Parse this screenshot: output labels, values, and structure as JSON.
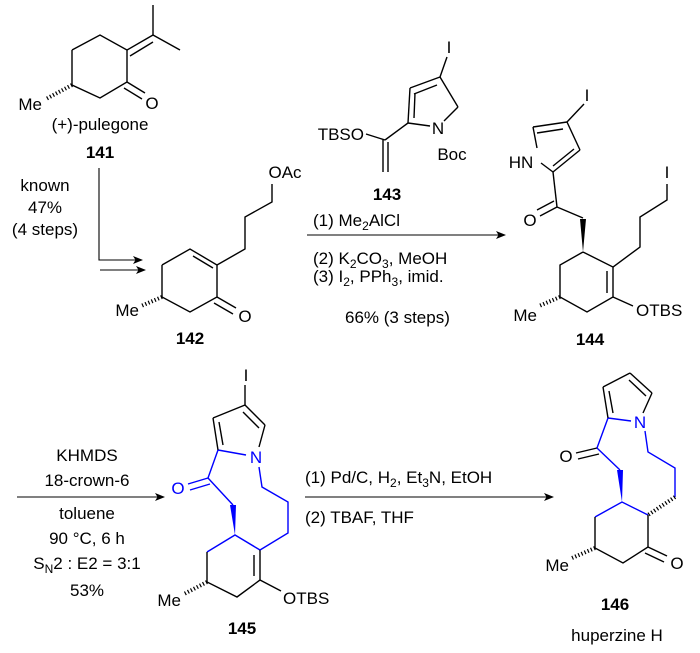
{
  "colors": {
    "ink": "#000000",
    "highlight": "#0000ff"
  },
  "atoms": {
    "me": "Me",
    "o": "O",
    "oac": "OAc",
    "tbso": "TBSO",
    "n": "N",
    "boc": "Boc",
    "i": "I",
    "hn": "HN",
    "otbs": "OTBS"
  },
  "compounds": {
    "c141": {
      "number": "141",
      "name": "(+)-pulegone"
    },
    "c142": {
      "number": "142"
    },
    "c143": {
      "number": "143"
    },
    "c144": {
      "number": "144"
    },
    "c145": {
      "number": "145"
    },
    "c146": {
      "number": "146",
      "name": "huperzine H"
    }
  },
  "steps": {
    "s1": {
      "lines": [
        "known",
        "47%",
        "(4 steps)"
      ]
    },
    "s2": {
      "r1": [
        "(1) Me",
        "2",
        "AlCl"
      ],
      "r2": [
        "(2) K",
        "2",
        "CO",
        "3",
        ", MeOH"
      ],
      "r3": [
        "(3) I",
        "2",
        ", PPh",
        "3",
        ", imid."
      ],
      "yield": "66% (3 steps)"
    },
    "s3": {
      "lines": [
        "KHMDS",
        "18-crown-6",
        "toluene",
        "90 °C, 6 h"
      ],
      "ratio": [
        "S",
        "N",
        "2 : E2 = 3:1"
      ],
      "yield": "53%"
    },
    "s4": {
      "r1": [
        "(1) Pd/C, H",
        "2",
        ", Et",
        "3",
        "N, EtOH"
      ],
      "r2": "(2) TBAF, THF"
    }
  }
}
